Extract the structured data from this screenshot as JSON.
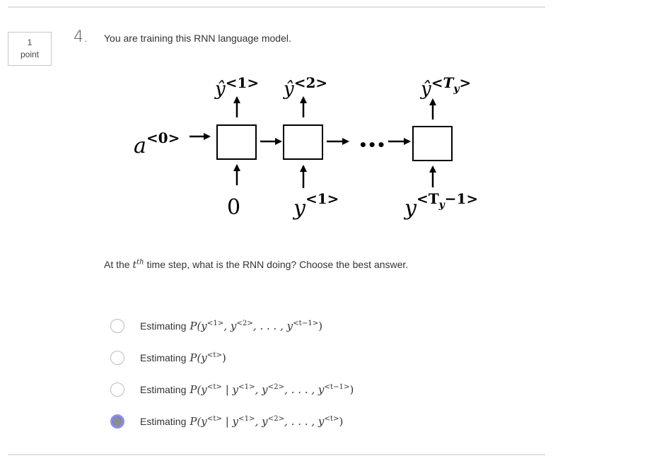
{
  "question": {
    "number": "4.",
    "points_value": "1",
    "points_unit": "point",
    "prompt": "You are training this RNN language model.",
    "subquestion": {
      "before": "At the ",
      "var": "t",
      "sup": "th",
      "after": " time step, what is the RNN doing? Choose the best answer."
    }
  },
  "diagram": {
    "outputs": [
      {
        "base": "ŷ",
        "sup": "<1>"
      },
      {
        "base": "ŷ",
        "sup": "<2>"
      },
      {
        "base": "ŷ",
        "sup": "<Ty>"
      }
    ],
    "initial_activation": {
      "base": "a",
      "sup": "<0>"
    },
    "inputs": [
      {
        "base": "0",
        "sup": ""
      },
      {
        "base": "y",
        "sup": "<1>"
      },
      {
        "base": "y",
        "sup": "<Ty−1>"
      }
    ],
    "ellipsis": "•••"
  },
  "options": [
    {
      "prefix": "Estimating",
      "formula": [
        [
          "P(y",
          ""
        ],
        [
          "<1>",
          "sup"
        ],
        [
          ", y",
          ""
        ],
        [
          "<2>",
          "sup"
        ],
        [
          ", . . . , y",
          ""
        ],
        [
          "<t−1>",
          "sup"
        ],
        [
          ")",
          ""
        ]
      ],
      "selected": false
    },
    {
      "prefix": "Estimating",
      "formula": [
        [
          "P(y",
          ""
        ],
        [
          "<t>",
          "sup"
        ],
        [
          ")",
          ""
        ]
      ],
      "selected": false
    },
    {
      "prefix": "Estimating",
      "formula": [
        [
          "P(y",
          ""
        ],
        [
          "<t>",
          "sup"
        ],
        [
          " | y",
          ""
        ],
        [
          "<1>",
          "sup"
        ],
        [
          ", y",
          ""
        ],
        [
          "<2>",
          "sup"
        ],
        [
          ", . . . , y",
          ""
        ],
        [
          "<t−1>",
          "sup"
        ],
        [
          ")",
          ""
        ]
      ],
      "selected": false
    },
    {
      "prefix": "Estimating",
      "formula": [
        [
          "P(y",
          ""
        ],
        [
          "<t>",
          "sup"
        ],
        [
          " | y",
          ""
        ],
        [
          "<1>",
          "sup"
        ],
        [
          ", y",
          ""
        ],
        [
          "<2>",
          "sup"
        ],
        [
          ", . . . , y",
          ""
        ],
        [
          "<t>",
          "sup"
        ],
        [
          ")",
          ""
        ]
      ],
      "selected": true
    }
  ]
}
